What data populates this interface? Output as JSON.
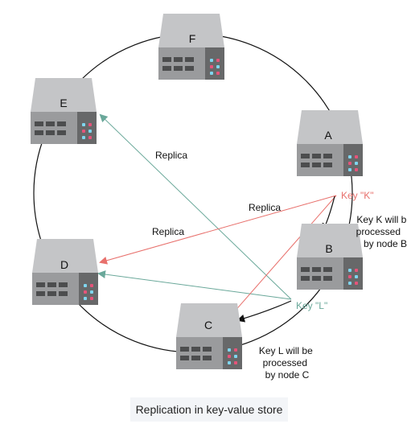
{
  "nodes": [
    {
      "id": "F",
      "label": "F"
    },
    {
      "id": "E",
      "label": "E"
    },
    {
      "id": "A",
      "label": "A"
    },
    {
      "id": "B",
      "label": "B"
    },
    {
      "id": "D",
      "label": "D"
    },
    {
      "id": "C",
      "label": "C"
    }
  ],
  "keys": {
    "k": {
      "label": "Key \"K\"",
      "note_line1": "Key K will b",
      "note_line2": "processed",
      "note_line3": "by node B"
    },
    "l": {
      "label": "Key \"L\"",
      "note_line1": "Key L will be",
      "note_line2": "processed",
      "note_line3": "by node C"
    }
  },
  "replica_labels": {
    "e": "Replica",
    "d_k": "Replica",
    "d_l": "Replica"
  },
  "caption": "Replication in key-value store",
  "colors": {
    "ring": "#111111",
    "red": "#e8706c",
    "teal": "#6aa89a",
    "server_top": "#c4c5c7",
    "server_front": "#9a9b9d",
    "server_panel": "#676869"
  }
}
